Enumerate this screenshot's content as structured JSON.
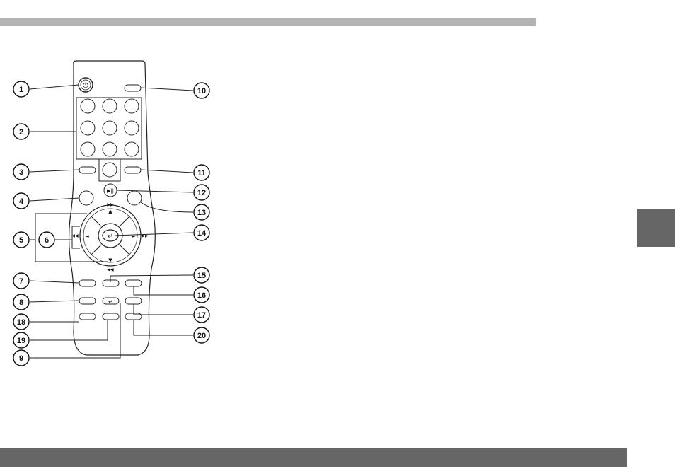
{
  "colors": {
    "top_bar": "#b3b3b3",
    "bottom_bar": "#666666",
    "side_tab": "#666666"
  },
  "remote": {
    "power_glyph": "⏻",
    "play_pause_glyph": "▶||",
    "enter_glyph": "↵",
    "up_glyph": "▲",
    "down_glyph": "▼",
    "left_glyph": "◄",
    "right_glyph": "►",
    "fast_forward_glyph": "▶▶",
    "rewind_glyph": "◀◀",
    "skip_prev_glyph": "|◀◀",
    "skip_next_glyph": "▶▶|",
    "button_enter_glyph": "↵"
  },
  "callouts": [
    {
      "id": "c1",
      "label": "1"
    },
    {
      "id": "c2",
      "label": "2"
    },
    {
      "id": "c3",
      "label": "3"
    },
    {
      "id": "c4",
      "label": "4"
    },
    {
      "id": "c5",
      "label": "5"
    },
    {
      "id": "c6",
      "label": "6"
    },
    {
      "id": "c7",
      "label": "7"
    },
    {
      "id": "c8",
      "label": "8"
    },
    {
      "id": "c18",
      "label": "18"
    },
    {
      "id": "c19",
      "label": "19"
    },
    {
      "id": "c9",
      "label": "9"
    },
    {
      "id": "c10",
      "label": "10"
    },
    {
      "id": "c11",
      "label": "11"
    },
    {
      "id": "c12",
      "label": "12"
    },
    {
      "id": "c13",
      "label": "13"
    },
    {
      "id": "c14",
      "label": "14"
    },
    {
      "id": "c15",
      "label": "15"
    },
    {
      "id": "c16",
      "label": "16"
    },
    {
      "id": "c17",
      "label": "17"
    },
    {
      "id": "c20",
      "label": "20"
    }
  ]
}
